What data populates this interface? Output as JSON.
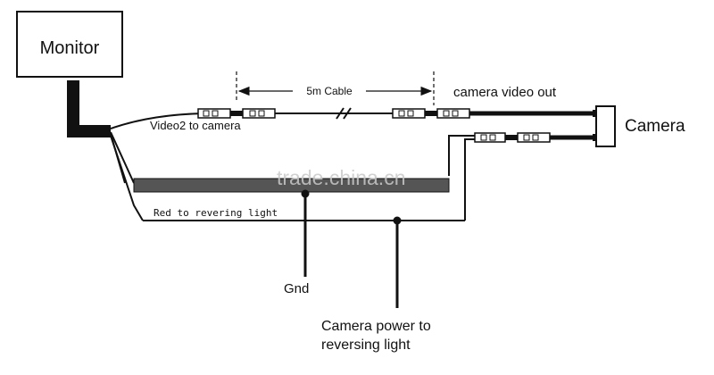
{
  "labels": {
    "monitor": "Monitor",
    "camera": "Camera",
    "cable_length": "5m Cable",
    "camera_video_out": "camera video out",
    "video2_to_camera": "Video2 to camera",
    "red_wire": "Red to revering light",
    "ground": "Gnd",
    "camera_power_line1": "Camera power to",
    "camera_power_line2": "reversing light",
    "watermark": "trade.china.cn"
  },
  "colors": {
    "wire": "#111111",
    "background": "#ffffff",
    "watermark": "#c9c9c9"
  }
}
